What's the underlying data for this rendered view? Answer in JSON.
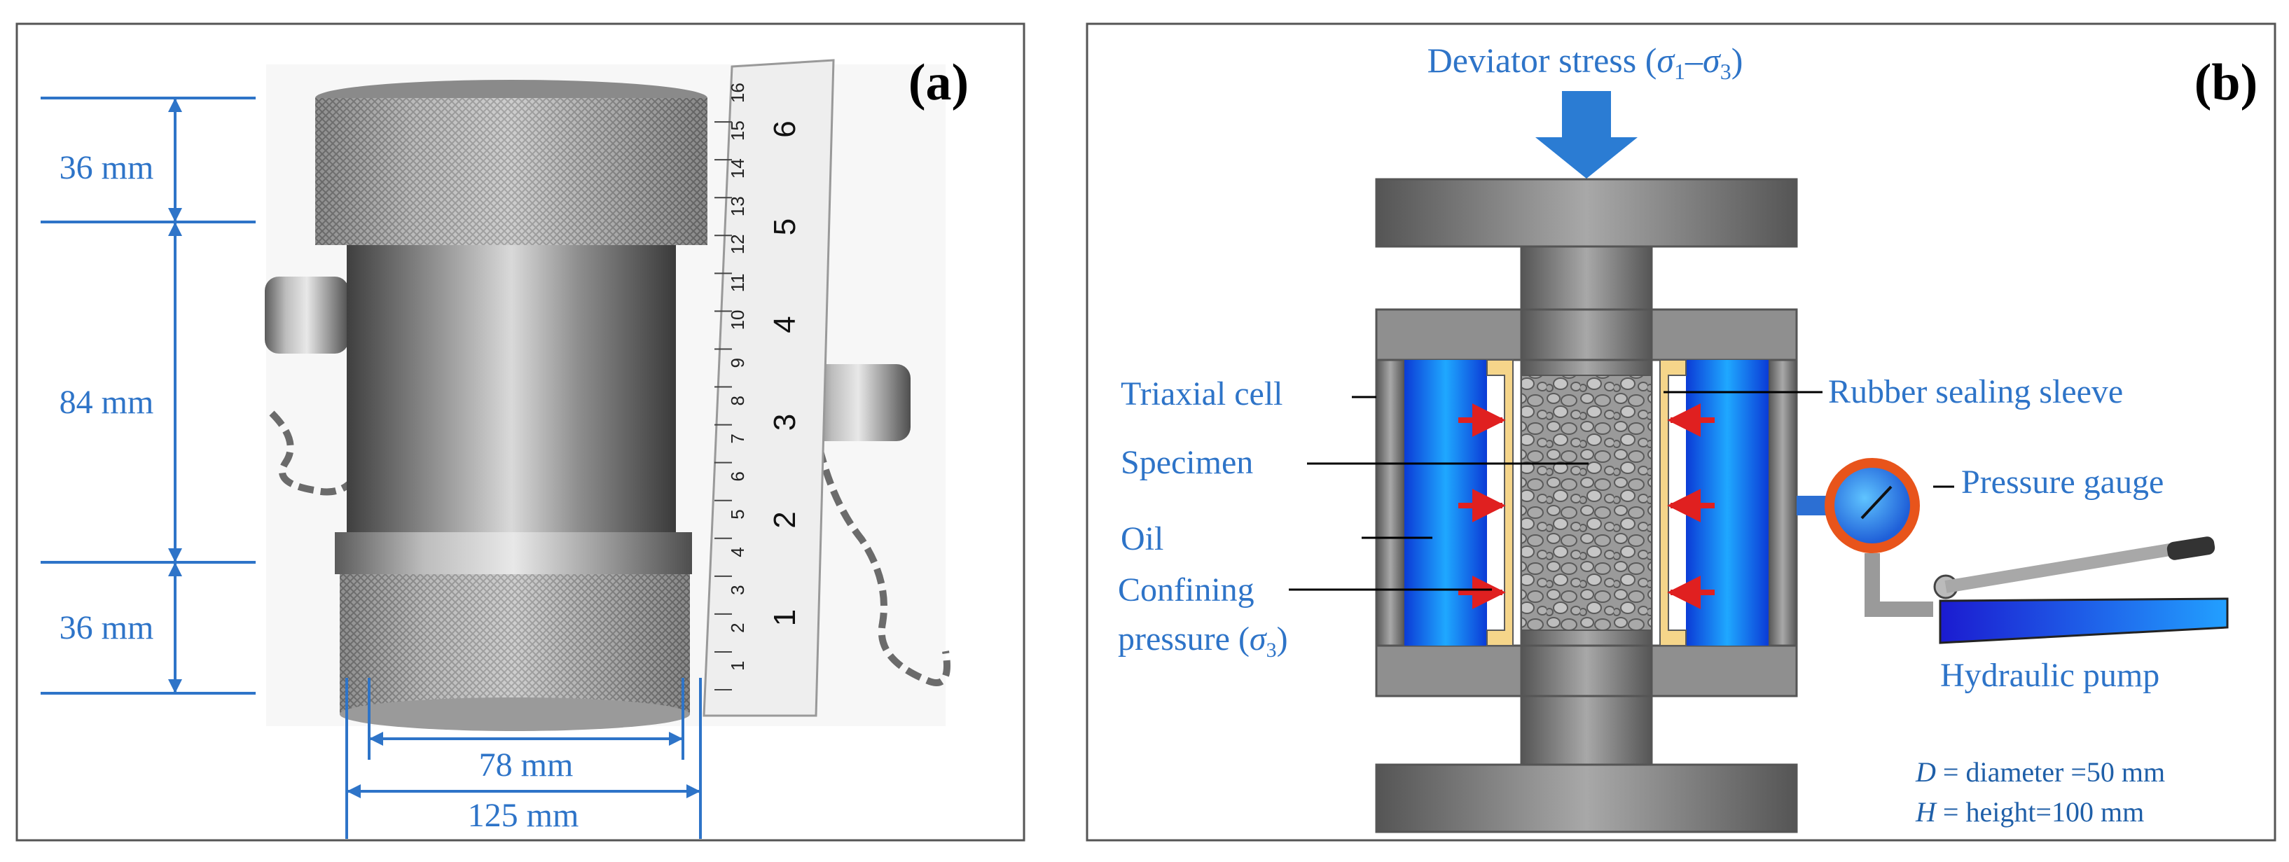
{
  "panel_a": {
    "tag": "(a)",
    "dimensions": {
      "top_cap": "36 mm",
      "body": "84 mm",
      "bottom_cap": "36 mm",
      "inner_width": "78 mm",
      "outer_width": "125 mm"
    },
    "ruler": {
      "cm_marks": [
        "1",
        "2",
        "3",
        "4",
        "5",
        "6"
      ],
      "small_marks": [
        "1",
        "2",
        "3",
        "4",
        "5",
        "6",
        "7",
        "8",
        "9",
        "10",
        "11",
        "12",
        "13",
        "14",
        "15",
        "16"
      ]
    }
  },
  "panel_b": {
    "tag": "(b)",
    "deviator_label_pre": "Deviator stress (",
    "deviator_sigma1": "σ",
    "deviator_sub1": "1",
    "deviator_dash": "–",
    "deviator_sigma3": "σ",
    "deviator_sub3": "3",
    "deviator_close": ")",
    "labels": {
      "triaxial_cell": "Triaxial cell",
      "specimen": "Specimen",
      "oil": "Oil",
      "confining_line1": "Confining",
      "confining_line2_pre": "pressure (",
      "confining_sigma": "σ",
      "confining_sub": "3",
      "confining_close": ")",
      "rubber_sleeve": "Rubber sealing sleeve",
      "pressure_gauge": "Pressure gauge",
      "hydraulic_pump": "Hydraulic pump"
    },
    "notes": {
      "d_symbol": "D",
      "d_text": " = diameter =50 mm",
      "h_symbol": "H",
      "h_text": " = height=100 mm"
    }
  },
  "colors": {
    "dimension_blue": "#2e74c8",
    "oil_blue": "#1f8fff",
    "sleeve_yellow": "#f5d58a",
    "arrow_red": "#e02020",
    "steel_gray": "#7a7a7a"
  }
}
